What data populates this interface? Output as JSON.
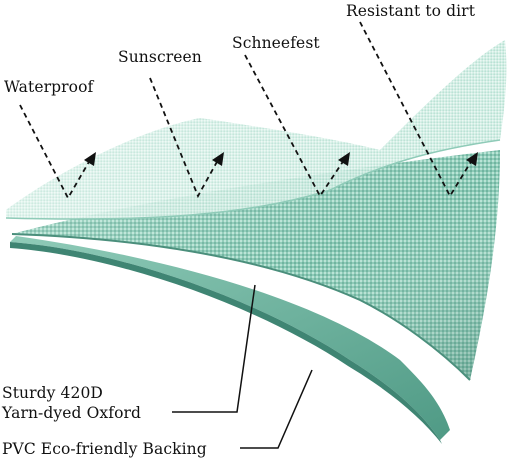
{
  "colors": {
    "fabric_light": "#a6d8c8",
    "fabric_mid": "#7fbfac",
    "fabric_dark": "#4e9682",
    "backing": "#72b49f",
    "text": "#111111"
  },
  "top_callouts": [
    {
      "id": "waterproof",
      "label": "Waterproof"
    },
    {
      "id": "sunscreen",
      "label": "Sunscreen"
    },
    {
      "id": "schneefest",
      "label": "Schneefest"
    },
    {
      "id": "resistant",
      "label": "Resistant to dirt"
    }
  ],
  "bottom_callouts": {
    "oxford_line1": "Sturdy 420D",
    "oxford_line2": "Yarn-dyed Oxford",
    "backing": "PVC Eco-friendly Backing"
  },
  "icons": {
    "pointer_arrow": "dashed-bounce-arrow-icon",
    "leader_line": "solid-leader-line"
  }
}
